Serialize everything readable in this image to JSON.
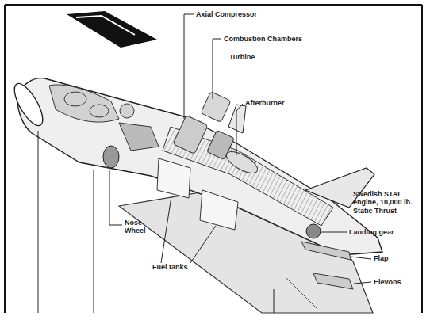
{
  "diagram": {
    "labels": [
      "Axial Compressor",
      "Combustion Chambers",
      "Turbine",
      "Afterburner",
      "Swedish STAL engine, 10,000 lb. Static Thrust",
      "Landing gear",
      "Flap",
      "Elevons",
      "Nose Wheel",
      "Fuel tanks"
    ]
  }
}
